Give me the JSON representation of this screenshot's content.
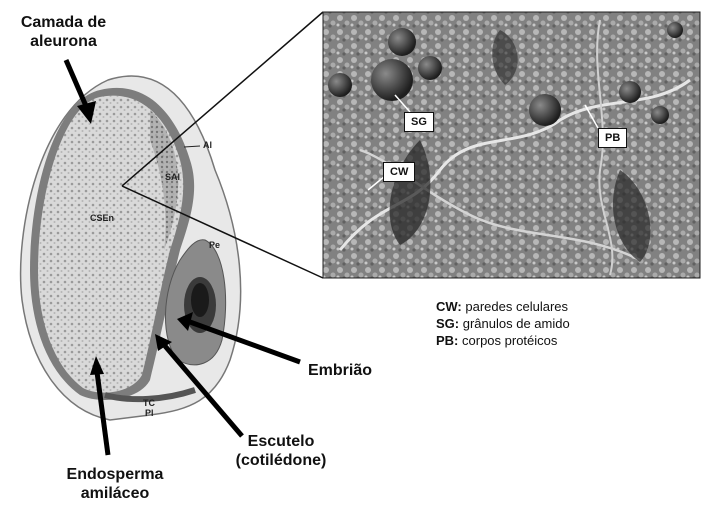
{
  "labels": {
    "aleurone": [
      "Camada de",
      "aleurona"
    ],
    "embryo": "Embrião",
    "scutellum": [
      "Escutelo",
      "(cotilédone)"
    ],
    "endosperm": [
      "Endosperma",
      "amiláceo"
    ]
  },
  "tissue_codes": {
    "al": "Al",
    "sal": "SAl",
    "csen": "CSEn",
    "pe": "Pe",
    "tc": "TC",
    "pl": "Pl"
  },
  "micrograph_tags": {
    "sg": "SG",
    "pb": "PB",
    "cw": "CW"
  },
  "legend": [
    {
      "abbr": "CW:",
      "text": "paredes celulares"
    },
    {
      "abbr": "SG:",
      "text": "grânulos de amido"
    },
    {
      "abbr": "PB:",
      "text": "corpos protéicos"
    }
  ]
}
